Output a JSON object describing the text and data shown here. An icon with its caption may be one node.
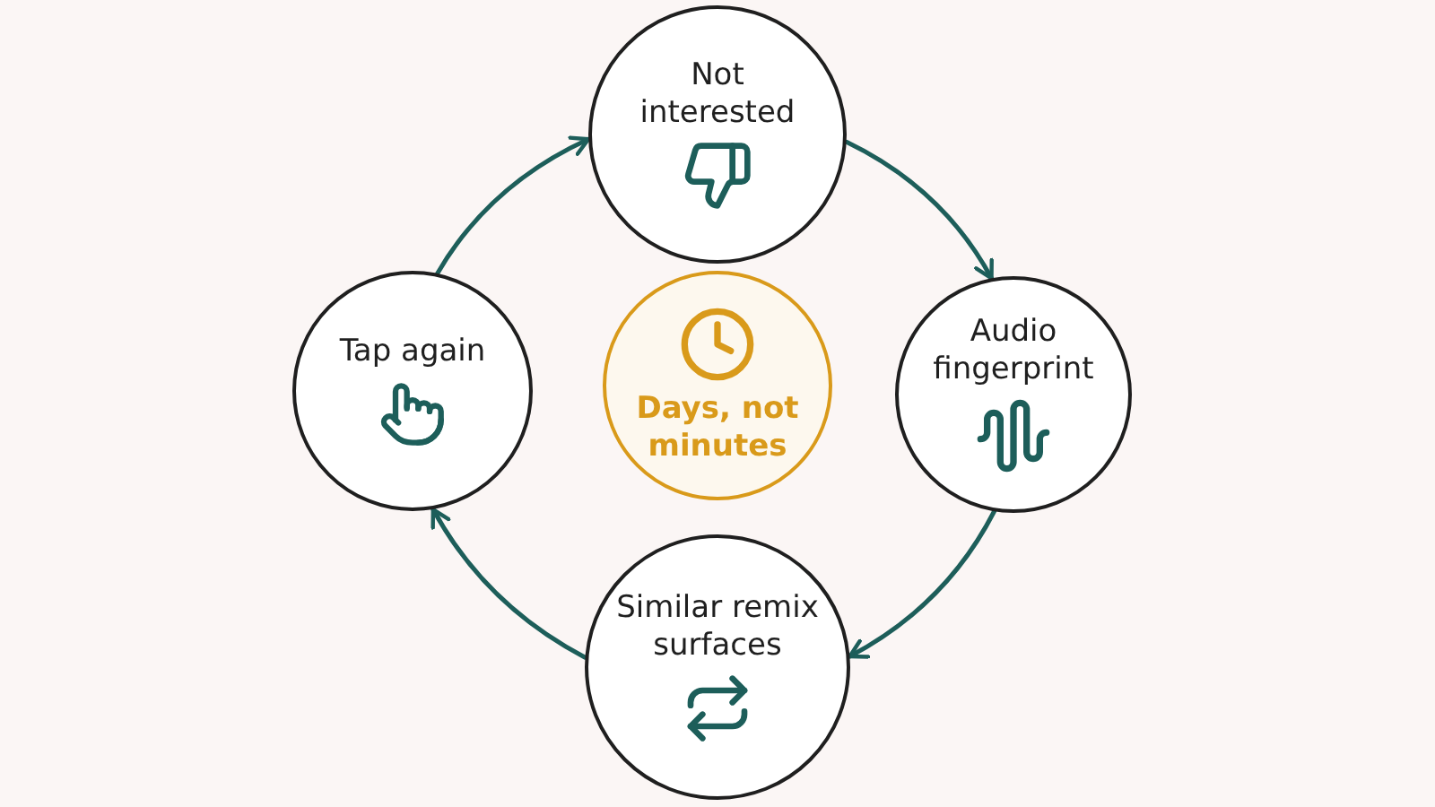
{
  "diagram": {
    "nodes": [
      {
        "text": [
          "Not interested"
        ]
      },
      {
        "text": [
          "Audio fingerprint"
        ]
      },
      {
        "text": [
          "Similar remix surfaces"
        ]
      },
      {
        "text": [
          "Tap again"
        ]
      },
      {
        "text": [
          "Days, not minutes"
        ]
      }
    ],
    "edges": [
      {
        "from": 3,
        "to": 0,
        "arrow": "to"
      },
      {
        "from": 0,
        "to": 1,
        "arrow": "to"
      },
      {
        "from": 1,
        "to": 2,
        "arrow": "to"
      },
      {
        "from": 2,
        "to": 3,
        "arrow": "to"
      }
    ]
  }
}
